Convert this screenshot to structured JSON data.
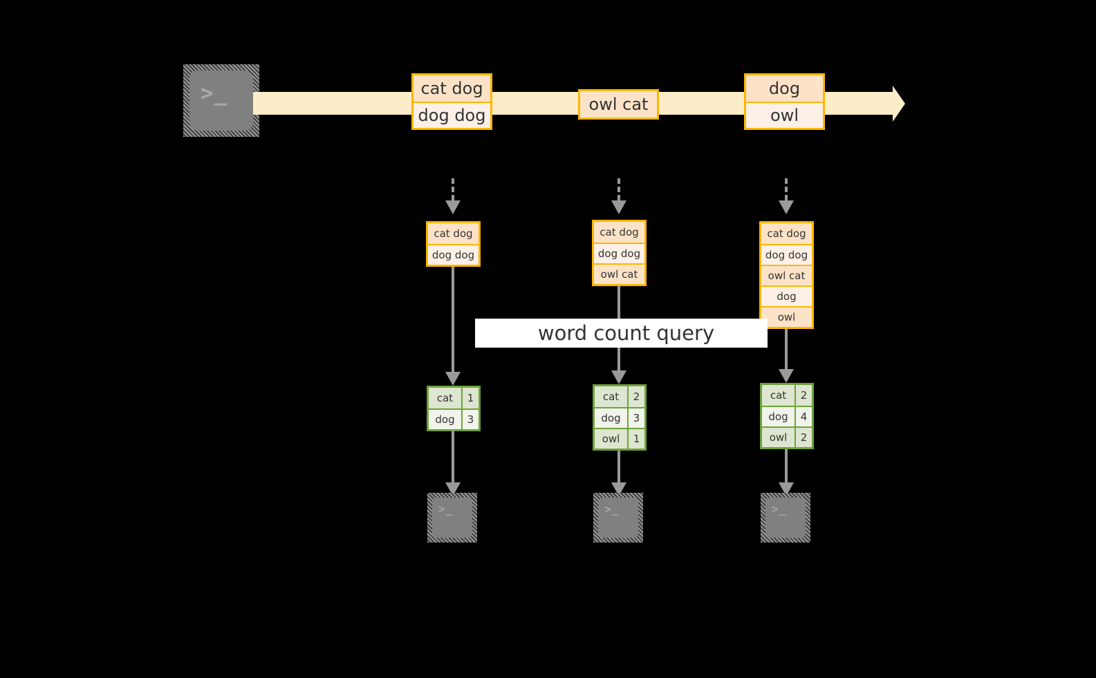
{
  "diagram": {
    "title": "word count streaming query diagram",
    "colors": {
      "background": "#000000",
      "stream_band": "#fdecc8",
      "message_border": "#ffb600",
      "message_shade_dark": "#fce3c8",
      "message_shade_light": "#fdf0e6",
      "result_border": "#6fa239",
      "result_shade_dark": "#dde6d0",
      "result_shade_light": "#f0f4ea",
      "connector": "#9a9a9a",
      "terminal_fill": "#808080",
      "banner": "#ffffff"
    }
  },
  "source": {
    "terminal_icon": "terminal-prompt-icon",
    "glyph": ">_"
  },
  "stream": {
    "arrow_name": "data-stream-arrow",
    "batches": [
      {
        "name": "stream-batch-1",
        "lines": [
          {
            "text": "cat dog",
            "shade": "shade-a"
          },
          {
            "text": "dog dog",
            "shade": "shade-b"
          }
        ]
      },
      {
        "name": "stream-batch-2",
        "lines": [
          {
            "text": "owl cat",
            "shade": "shade-a"
          }
        ]
      },
      {
        "name": "stream-batch-3",
        "lines": [
          {
            "text": "dog",
            "shade": "shade-a"
          },
          {
            "text": "owl",
            "shade": "shade-b"
          }
        ]
      }
    ]
  },
  "query": {
    "label": "word count query"
  },
  "triggers": [
    {
      "name": "trigger-1",
      "unbounded_table": {
        "name": "unbounded-table-1",
        "lines": [
          {
            "text": "cat dog",
            "shade": "shade-a"
          },
          {
            "text": "dog dog",
            "shade": "shade-b"
          }
        ]
      },
      "result_table": {
        "name": "result-table-1",
        "rows": [
          {
            "word": "cat",
            "count": "1",
            "shade": "shade-a"
          },
          {
            "word": "dog",
            "count": "3",
            "shade": "shade-b"
          }
        ]
      },
      "sink": {
        "name": "sink-terminal-1",
        "glyph": ">_"
      }
    },
    {
      "name": "trigger-2",
      "unbounded_table": {
        "name": "unbounded-table-2",
        "lines": [
          {
            "text": "cat dog",
            "shade": "shade-a"
          },
          {
            "text": "dog dog",
            "shade": "shade-b"
          },
          {
            "text": "owl cat",
            "shade": "shade-a"
          }
        ]
      },
      "result_table": {
        "name": "result-table-2",
        "rows": [
          {
            "word": "cat",
            "count": "2",
            "shade": "shade-a"
          },
          {
            "word": "dog",
            "count": "3",
            "shade": "shade-b"
          },
          {
            "word": "owl",
            "count": "1",
            "shade": "shade-a"
          }
        ]
      },
      "sink": {
        "name": "sink-terminal-2",
        "glyph": ">_"
      }
    },
    {
      "name": "trigger-3",
      "unbounded_table": {
        "name": "unbounded-table-3",
        "lines": [
          {
            "text": "cat dog",
            "shade": "shade-a"
          },
          {
            "text": "dog dog",
            "shade": "shade-b"
          },
          {
            "text": "owl cat",
            "shade": "shade-a"
          },
          {
            "text": "dog",
            "shade": "shade-b"
          },
          {
            "text": "owl",
            "shade": "shade-a"
          }
        ]
      },
      "result_table": {
        "name": "result-table-3",
        "rows": [
          {
            "word": "cat",
            "count": "2",
            "shade": "shade-a"
          },
          {
            "word": "dog",
            "count": "4",
            "shade": "shade-b"
          },
          {
            "word": "owl",
            "count": "2",
            "shade": "shade-a"
          }
        ]
      },
      "sink": {
        "name": "sink-terminal-3",
        "glyph": ">_"
      }
    }
  ]
}
